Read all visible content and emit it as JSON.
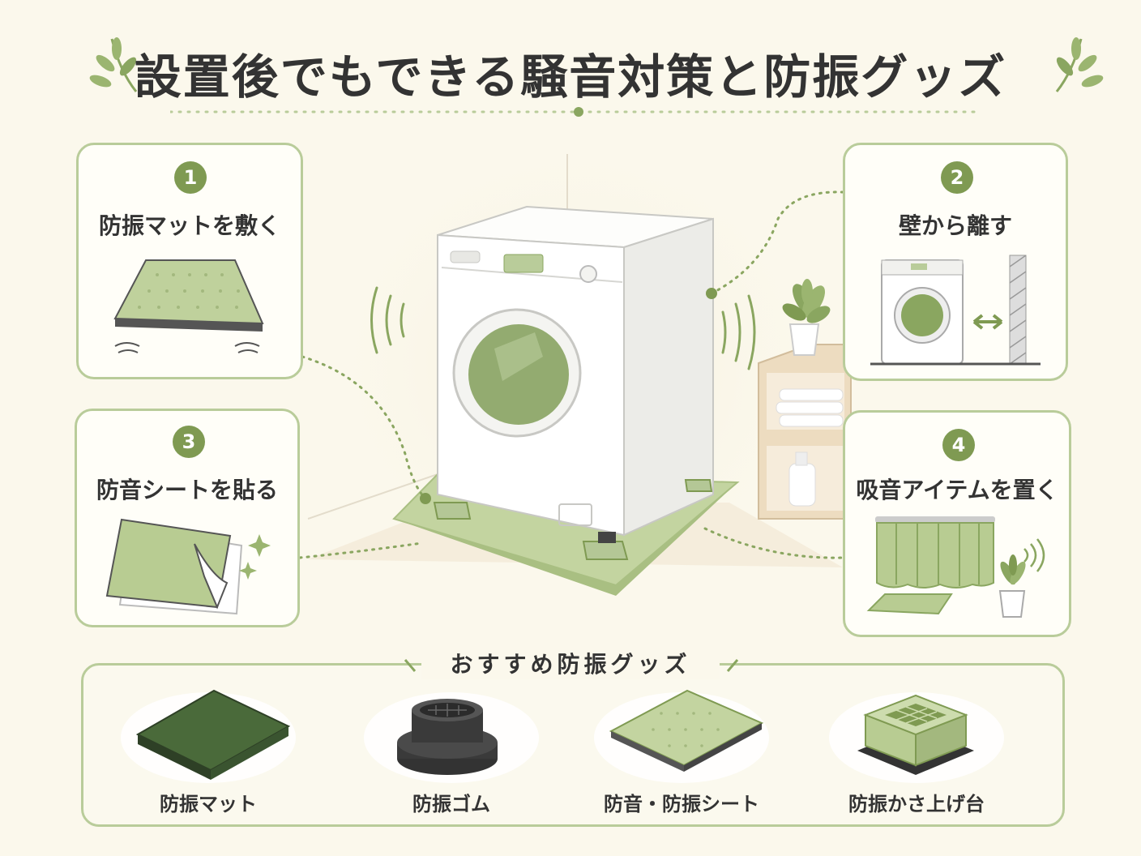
{
  "title": "設置後でもできる騒音対策と防振グッズ",
  "colors": {
    "accent": "#7f9a52",
    "border": "#b9cc9a",
    "background": "#fbf8ec",
    "mat": "#b8cc92"
  },
  "steps": [
    {
      "number": "1",
      "label": "防振マットを敷く",
      "icon": "mat-icon"
    },
    {
      "number": "2",
      "label": "壁から離す",
      "icon": "washer-wall-icon"
    },
    {
      "number": "3",
      "label": "防音シートを貼る",
      "icon": "sheet-icon"
    },
    {
      "number": "4",
      "label": "吸音アイテムを置く",
      "icon": "curtain-plant-icon"
    }
  ],
  "goods": {
    "heading": "おすすめ防振グッズ",
    "items": [
      {
        "label": "防振マット",
        "icon": "dark-mat-icon"
      },
      {
        "label": "防振ゴム",
        "icon": "rubber-foot-icon"
      },
      {
        "label": "防音・防振シート",
        "icon": "green-sheet-icon"
      },
      {
        "label": "防振かさ上げ台",
        "icon": "riser-icon"
      }
    ]
  }
}
